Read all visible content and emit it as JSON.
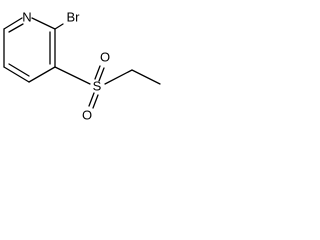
{
  "molecule": {
    "atoms": {
      "nitrogen": "N",
      "bromine": "Br",
      "sulfur": "S",
      "oxygen_top": "O",
      "oxygen_bottom": "O"
    }
  }
}
